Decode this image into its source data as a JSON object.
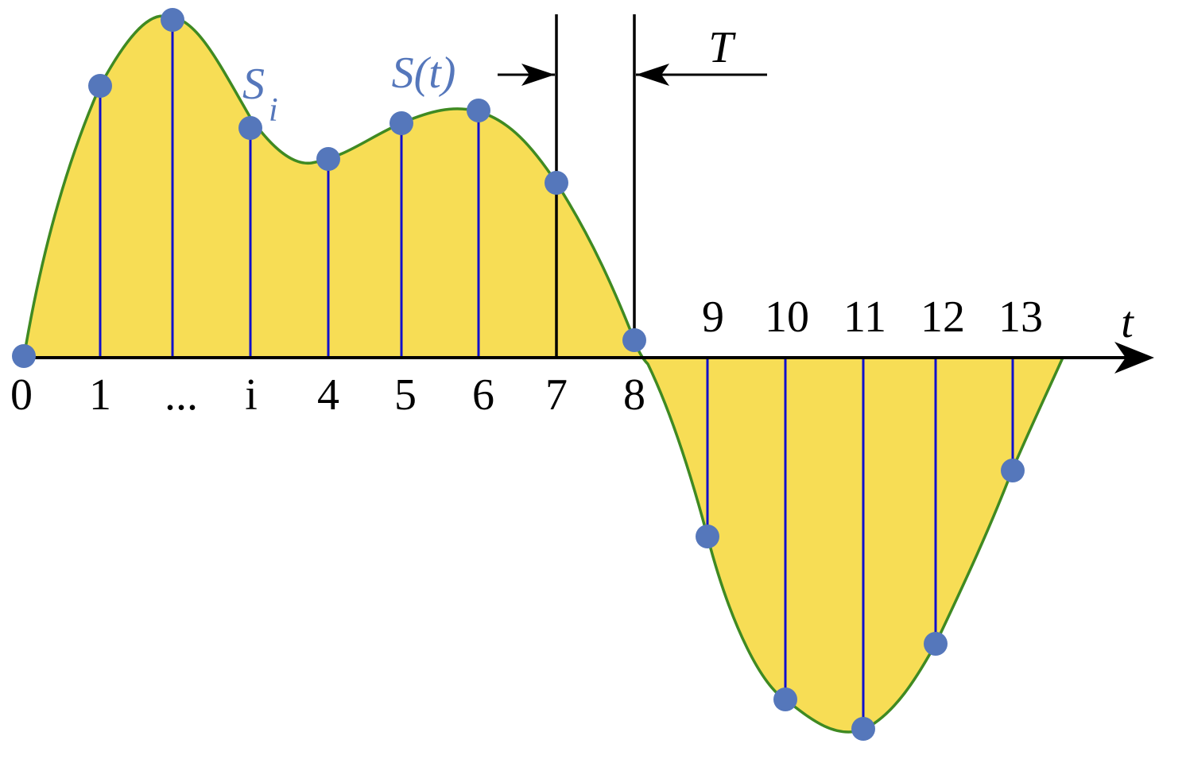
{
  "colors": {
    "fill": "#f7dd55",
    "curve": "#3f8a22",
    "stem": "#1010cc",
    "dot": "#5577bb",
    "axis": "#000000",
    "label_blue": "#5577bb"
  },
  "labels": {
    "signal": "S(t)",
    "sample_main": "S",
    "sample_sub": "i",
    "period": "T",
    "axis_variable": "t"
  },
  "ticks_below": [
    "0",
    "1",
    "...",
    "i",
    "4",
    "5",
    "6",
    "7",
    "8"
  ],
  "ticks_above": [
    "9",
    "10",
    "11",
    "12",
    "13"
  ],
  "samples": [
    {
      "index": 0,
      "value": 0.0
    },
    {
      "index": 1,
      "value": 0.79
    },
    {
      "index": 2,
      "value": 0.99
    },
    {
      "index": 3,
      "value": 0.67
    },
    {
      "index": 4,
      "value": 0.58
    },
    {
      "index": 5,
      "value": 0.69
    },
    {
      "index": 6,
      "value": 0.72
    },
    {
      "index": 7,
      "value": 0.51
    },
    {
      "index": 8,
      "value": 0.05
    },
    {
      "index": 9,
      "value": -0.53
    },
    {
      "index": 10,
      "value": -1.01
    },
    {
      "index": 11,
      "value": -1.09
    },
    {
      "index": 12,
      "value": -0.84
    },
    {
      "index": 13,
      "value": -0.33
    }
  ]
}
